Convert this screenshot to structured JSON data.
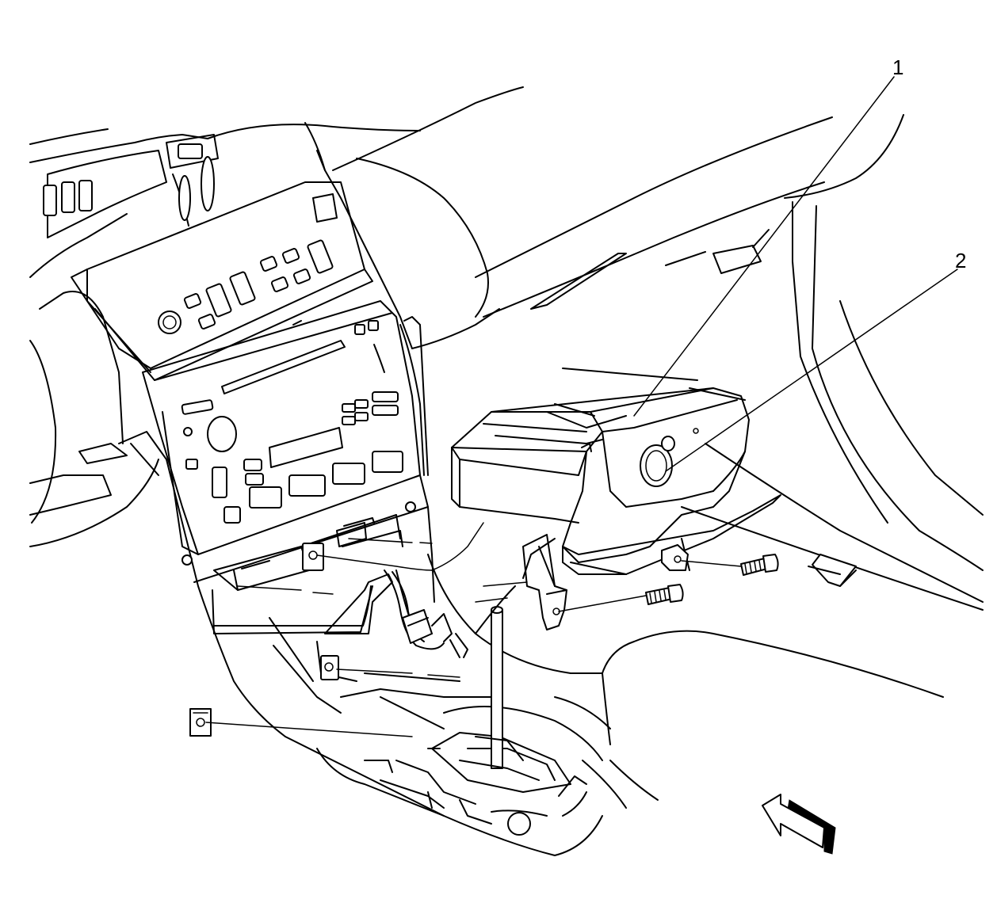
{
  "callouts": [
    {
      "id": "callout-1",
      "label": "1"
    },
    {
      "id": "callout-2",
      "label": "2"
    }
  ],
  "icons": {
    "view_direction": "view-direction-arrow-icon"
  }
}
